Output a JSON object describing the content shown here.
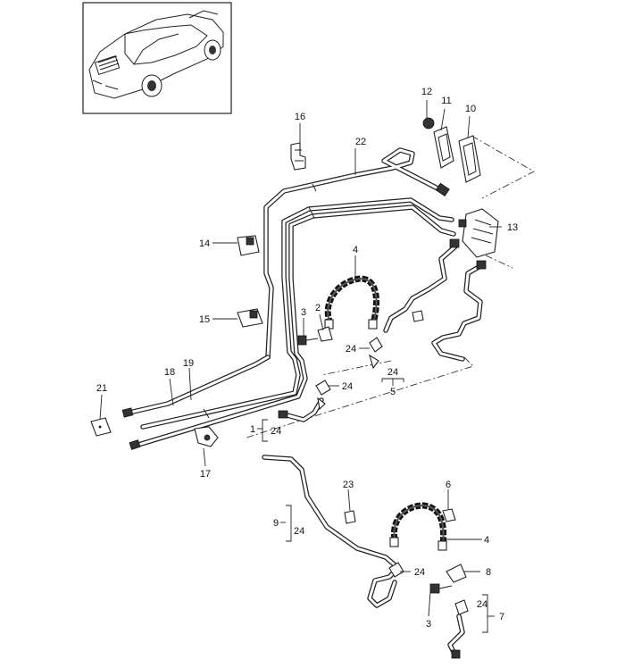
{
  "labels": {
    "p1": "1",
    "p2": "2",
    "p3a": "3",
    "p3b": "3",
    "p4a": "4",
    "p4b": "4",
    "p5": "5",
    "p6": "6",
    "p7": "7",
    "p8": "8",
    "p9": "9",
    "p10": "10",
    "p11": "11",
    "p12": "12",
    "p13": "13",
    "p14": "14",
    "p15": "15",
    "p16": "16",
    "p17": "17",
    "p18": "18",
    "p19": "19",
    "p21": "21",
    "p22": "22",
    "p23": "23",
    "p24a": "24",
    "p24b": "24",
    "p24c": "24",
    "p24d": "24",
    "p24e": "24",
    "p24f": "24",
    "p24g": "24"
  }
}
